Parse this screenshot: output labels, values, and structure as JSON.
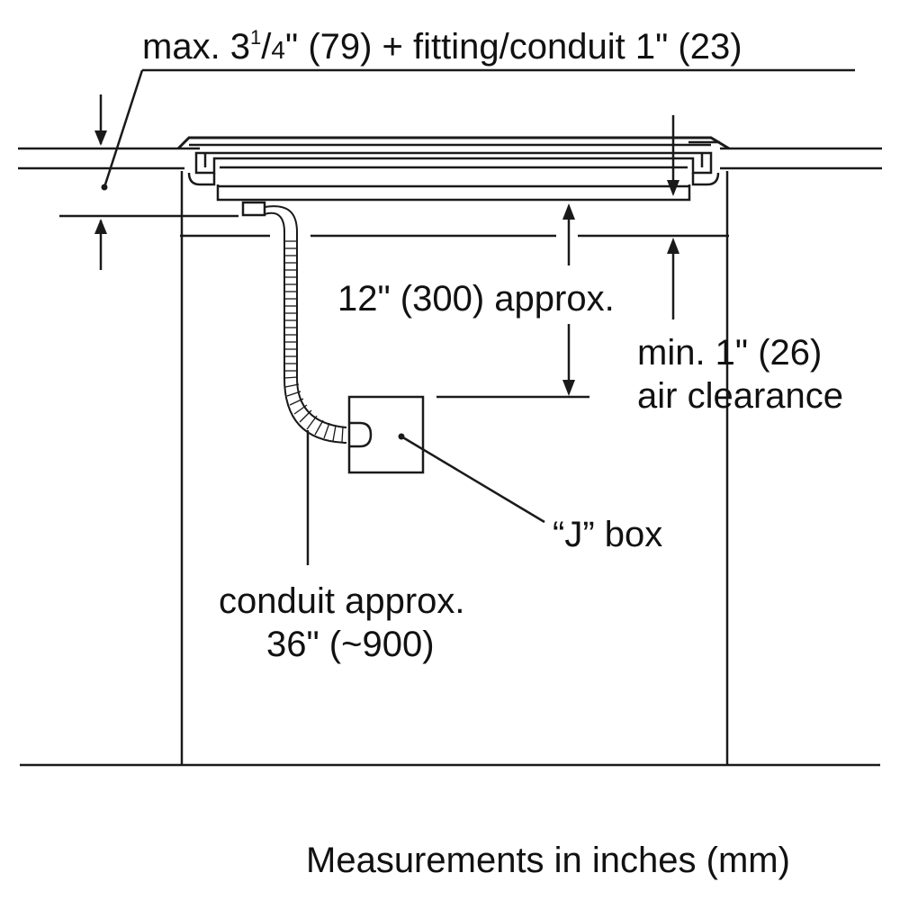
{
  "labels": {
    "top_prefix": "max. 3",
    "top_sup": "1",
    "top_slash": "/",
    "top_small": "4",
    "top_rest": "\" (79) + fitting/conduit 1\" (23)",
    "twelve": "12\" (300) approx.",
    "min_line1": "min. 1\" (26)",
    "min_line2": "air clearance",
    "jbox": "“J” box",
    "conduit_line1": "conduit approx.",
    "conduit_line2": "36\" (~900)",
    "footer": "Measurements in inches (mm)"
  },
  "colors": {
    "line": "#1a1a1a",
    "background": "#ffffff"
  }
}
